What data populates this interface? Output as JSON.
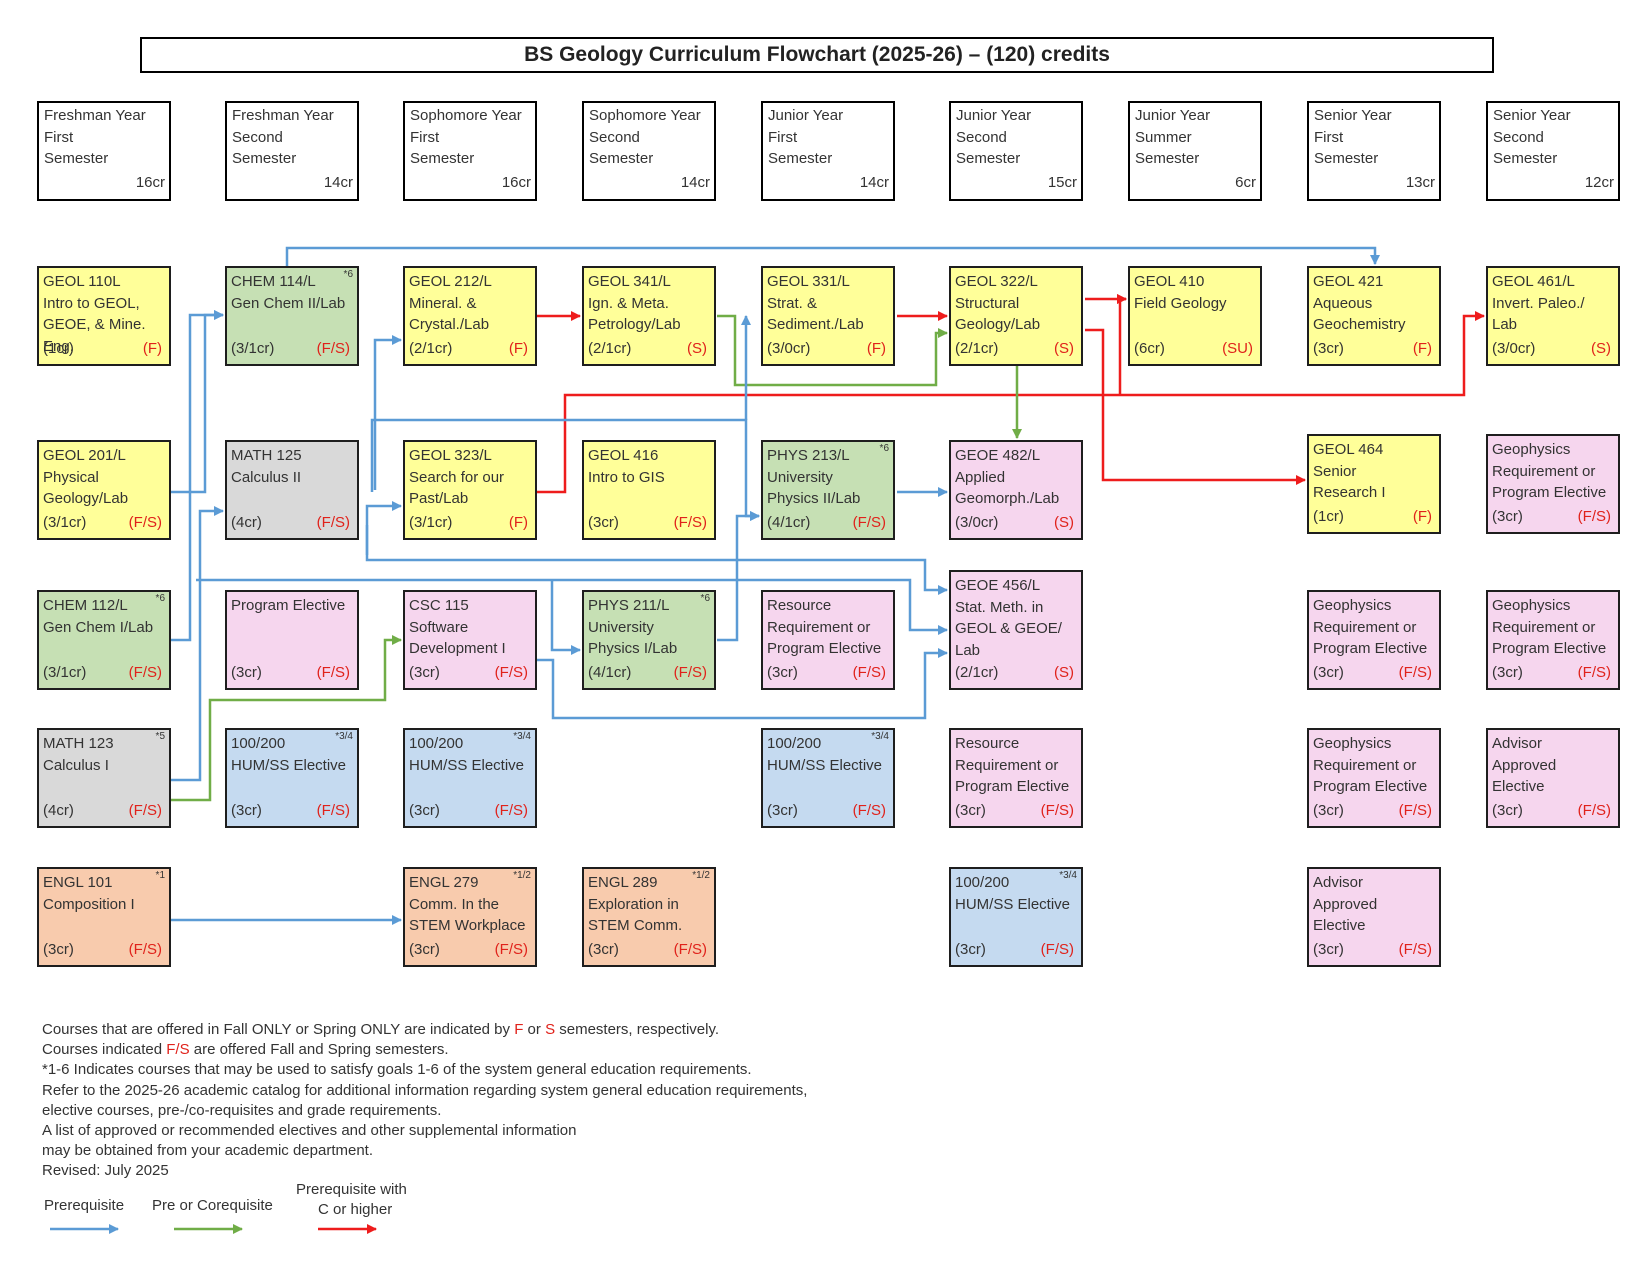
{
  "title": "BS Geology Curriculum Flowchart (2025-26) – (120) credits",
  "semesters": [
    {
      "lines": [
        "Freshman Year",
        "First",
        "Semester"
      ],
      "credits": "16cr"
    },
    {
      "lines": [
        "Freshman Year",
        "Second",
        "Semester"
      ],
      "credits": "14cr"
    },
    {
      "lines": [
        "Sophomore Year",
        "First",
        "Semester"
      ],
      "credits": "16cr"
    },
    {
      "lines": [
        "Sophomore Year",
        "Second",
        "Semester"
      ],
      "credits": "14cr"
    },
    {
      "lines": [
        "Junior Year",
        "First",
        "Semester"
      ],
      "credits": "14cr"
    },
    {
      "lines": [
        "Junior Year",
        "Second",
        "Semester"
      ],
      "credits": "15cr"
    },
    {
      "lines": [
        "Junior Year",
        "Summer",
        "Semester"
      ],
      "credits": "6cr"
    },
    {
      "lines": [
        "Senior Year",
        "First",
        "Semester"
      ],
      "credits": "13cr"
    },
    {
      "lines": [
        "Senior Year",
        "Second",
        "Semester"
      ],
      "credits": "12cr"
    }
  ],
  "courses": [
    {
      "id": "geol110",
      "name": "GEOL 110L\nIntro to GEOL,\nGEOE, & Mine.\nEng.",
      "credits": "(1cr)",
      "term": "(F)",
      "note": "",
      "color": "yellow"
    },
    {
      "id": "chem114",
      "name": "CHEM 114/L\nGen Chem II/Lab",
      "credits": "(3/1cr)",
      "term": "(F/S)",
      "note": "*6",
      "color": "green"
    },
    {
      "id": "geol212",
      "name": "GEOL 212/L\nMineral. &\nCrystal./Lab",
      "credits": "(2/1cr)",
      "term": "(F)",
      "note": "",
      "color": "yellow"
    },
    {
      "id": "geol341",
      "name": "GEOL 341/L\nIgn. & Meta.\nPetrology/Lab",
      "credits": "(2/1cr)",
      "term": "(S)",
      "note": "",
      "color": "yellow"
    },
    {
      "id": "geol331",
      "name": "GEOL 331/L\nStrat. &\nSediment./Lab",
      "credits": "(3/0cr)",
      "term": "(F)",
      "note": "",
      "color": "yellow"
    },
    {
      "id": "geol322",
      "name": "GEOL 322/L\nStructural\nGeology/Lab",
      "credits": "(2/1cr)",
      "term": "(S)",
      "note": "",
      "color": "yellow"
    },
    {
      "id": "geol410",
      "name": "GEOL 410\nField Geology",
      "credits": "(6cr)",
      "term": "(SU)",
      "note": "",
      "color": "yellow"
    },
    {
      "id": "geol421",
      "name": "GEOL 421\nAqueous\nGeochemistry",
      "credits": "(3cr)",
      "term": "(F)",
      "note": "",
      "color": "yellow"
    },
    {
      "id": "geol461",
      "name": "GEOL 461/L\nInvert. Paleo./\nLab",
      "credits": "(3/0cr)",
      "term": "(S)",
      "note": "",
      "color": "yellow"
    },
    {
      "id": "geol201",
      "name": "GEOL 201/L\nPhysical\nGeology/Lab",
      "credits": "(3/1cr)",
      "term": "(F/S)",
      "note": "",
      "color": "yellow"
    },
    {
      "id": "math125",
      "name": "MATH 125\nCalculus II",
      "credits": "(4cr)",
      "term": "(F/S)",
      "note": "",
      "color": "gray"
    },
    {
      "id": "geol323",
      "name": "GEOL 323/L\nSearch for our\nPast/Lab",
      "credits": "(3/1cr)",
      "term": "(F)",
      "note": "",
      "color": "yellow"
    },
    {
      "id": "geol416",
      "name": "GEOL 416\nIntro to GIS",
      "credits": "(3cr)",
      "term": "(F/S)",
      "note": "",
      "color": "yellow"
    },
    {
      "id": "phys213",
      "name": "PHYS 213/L\nUniversity\nPhysics II/Lab",
      "credits": "(4/1cr)",
      "term": "(F/S)",
      "note": "*6",
      "color": "green"
    },
    {
      "id": "geoe482",
      "name": "GEOE 482/L\nApplied\nGeomorph./Lab",
      "credits": "(3/0cr)",
      "term": "(S)",
      "note": "",
      "color": "pink"
    },
    {
      "id": "geol464",
      "name": "GEOL 464\nSenior\nResearch I",
      "credits": "(1cr)",
      "term": "(F)",
      "note": "",
      "color": "yellow"
    },
    {
      "id": "geo_s8_r2",
      "name": "Geophysics\nRequirement or\nProgram Elective",
      "credits": "(3cr)",
      "term": "(F/S)",
      "note": "",
      "color": "pink"
    },
    {
      "id": "chem112",
      "name": "CHEM 112/L\nGen Chem I/Lab",
      "credits": "(3/1cr)",
      "term": "(F/S)",
      "note": "*6",
      "color": "green"
    },
    {
      "id": "progelec",
      "name": "Program Elective",
      "credits": "(3cr)",
      "term": "(F/S)",
      "note": "",
      "color": "pink"
    },
    {
      "id": "csc115",
      "name": "CSC 115\nSoftware\nDevelopment I",
      "credits": "(3cr)",
      "term": "(F/S)",
      "note": "",
      "color": "pink"
    },
    {
      "id": "phys211",
      "name": "PHYS 211/L\nUniversity\nPhysics I/Lab",
      "credits": "(4/1cr)",
      "term": "(F/S)",
      "note": "*6",
      "color": "green"
    },
    {
      "id": "resreq1",
      "name": "Resource\nRequirement or\nProgram Elective",
      "credits": "(3cr)",
      "term": "(F/S)",
      "note": "",
      "color": "pink"
    },
    {
      "id": "geoe456",
      "name": "GEOE 456/L\nStat. Meth. in\nGEOL & GEOE/\nLab",
      "credits": "(2/1cr)",
      "term": "(S)",
      "note": "",
      "color": "pink"
    },
    {
      "id": "geo_s7_r3",
      "name": "Geophysics\nRequirement or\nProgram Elective",
      "credits": "(3cr)",
      "term": "(F/S)",
      "note": "",
      "color": "pink"
    },
    {
      "id": "geo_s8_r3",
      "name": "Geophysics\nRequirement or\nProgram Elective",
      "credits": "(3cr)",
      "term": "(F/S)",
      "note": "",
      "color": "pink"
    },
    {
      "id": "math123",
      "name": "MATH 123\nCalculus I",
      "credits": "(4cr)",
      "term": "(F/S)",
      "note": "*5",
      "color": "gray"
    },
    {
      "id": "hum1",
      "name": "100/200\nHUM/SS Elective",
      "credits": "(3cr)",
      "term": "(F/S)",
      "note": "*3/4",
      "color": "blue"
    },
    {
      "id": "hum2",
      "name": "100/200\nHUM/SS Elective",
      "credits": "(3cr)",
      "term": "(F/S)",
      "note": "*3/4",
      "color": "blue"
    },
    {
      "id": "hum3",
      "name": "100/200\nHUM/SS Elective",
      "credits": "(3cr)",
      "term": "(F/S)",
      "note": "*3/4",
      "color": "blue"
    },
    {
      "id": "resreq2",
      "name": "Resource\nRequirement or\nProgram Elective",
      "credits": "(3cr)",
      "term": "(F/S)",
      "note": "",
      "color": "pink"
    },
    {
      "id": "geo_s7_r4",
      "name": "Geophysics\nRequirement or\nProgram Elective",
      "credits": "(3cr)",
      "term": "(F/S)",
      "note": "",
      "color": "pink"
    },
    {
      "id": "adv1",
      "name": "Advisor\nApproved\nElective",
      "credits": "(3cr)",
      "term": "(F/S)",
      "note": "",
      "color": "pink"
    },
    {
      "id": "engl101",
      "name": "ENGL 101\nComposition I",
      "credits": "(3cr)",
      "term": "(F/S)",
      "note": "*1",
      "color": "orange"
    },
    {
      "id": "engl279",
      "name": "ENGL 279\nComm. In the\nSTEM Workplace",
      "credits": "(3cr)",
      "term": "(F/S)",
      "note": "*1/2",
      "color": "orange"
    },
    {
      "id": "engl289",
      "name": "ENGL 289\nExploration in\nSTEM Comm.",
      "credits": "(3cr)",
      "term": "(F/S)",
      "note": "*1/2",
      "color": "orange"
    },
    {
      "id": "hum4",
      "name": "100/200\nHUM/SS Elective",
      "credits": "(3cr)",
      "term": "(F/S)",
      "note": "*3/4",
      "color": "blue"
    },
    {
      "id": "adv2",
      "name": "Advisor\nApproved\nElective",
      "credits": "(3cr)",
      "term": "(F/S)",
      "note": "",
      "color": "pink"
    }
  ],
  "notes": {
    "line1_pre": "Courses that are offered in Fall ONLY or Spring ONLY are indicated by ",
    "line1_f": "F",
    "line1_mid": " or ",
    "line1_s": "S",
    "line1_post": " semesters, respectively.",
    "line2_pre": "Courses indicated ",
    "line2_fs": "F/S",
    "line2_post": " are offered Fall and Spring semesters.",
    "line3": "*1-6 Indicates courses that may be used to satisfy goals 1-6 of the system general education requirements.",
    "line4": "Refer to the 2025-26 academic catalog for additional information regarding system general education requirements,",
    "line5": "elective courses, pre-/co-requisites and grade requirements.",
    "line6": "A list of approved or recommended electives and other supplemental information",
    "line7": "may be obtained from your academic department.",
    "line8": "Revised: July 2025"
  },
  "legend": {
    "prereq": "Prerequisite",
    "prereq_color": "#5b9bd5",
    "coreq": "Pre or Corequisite",
    "coreq_color": "#70ad47",
    "cgrade_line1": "Prerequisite with",
    "cgrade_line2": "C or higher",
    "cgrade_color": "#ee1c1c"
  }
}
